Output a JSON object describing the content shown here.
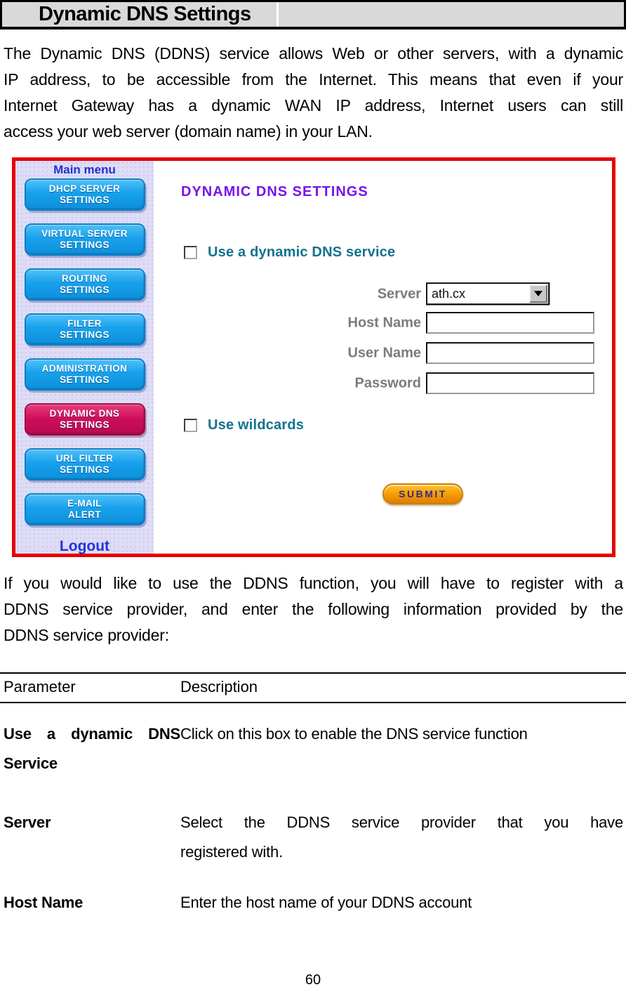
{
  "page": {
    "title": "Dynamic DNS Settings",
    "intro_lines": [
      "The Dynamic DNS (DDNS) service allows Web or other servers, with a dynamic",
      "IP address, to be accessible from the Internet. This means that even if your",
      "Internet Gateway has a dynamic WAN IP address, Internet users can still",
      "access your web server (domain name) in your LAN."
    ],
    "middle_lines": [
      "If you would like to use the DDNS function, you will have to register with a",
      "DDNS service provider, and enter the following information provided by the",
      "DDNS service provider:"
    ],
    "page_number": "60"
  },
  "router_ui": {
    "menu_title": "Main menu",
    "menu_buttons": [
      {
        "label": "DHCP SERVER\nSETTINGS",
        "active": false
      },
      {
        "label": "VIRTUAL SERVER\nSETTINGS",
        "active": false
      },
      {
        "label": "ROUTING\nSETTINGS",
        "active": false
      },
      {
        "label": "FILTER\nSETTINGS",
        "active": false
      },
      {
        "label": "ADMINISTRATION\nSETTINGS",
        "active": false
      },
      {
        "label": "DYNAMIC DNS\nSETTINGS",
        "active": true
      },
      {
        "label": "URL FILTER\nSETTINGS",
        "active": false
      },
      {
        "label": "E-MAIL\nALERT",
        "active": false
      }
    ],
    "logout_label": "Logout",
    "heading": "DYNAMIC DNS SETTINGS",
    "use_ddns_checkbox_label": "Use a dynamic DNS service",
    "use_wildcards_checkbox_label": "Use wildcards",
    "form": {
      "server_label": "Server",
      "server_value": "ath.cx",
      "host_name_label": "Host Name",
      "user_name_label": "User Name",
      "password_label": "Password"
    },
    "submit_label": "SUBMIT"
  },
  "table": {
    "headers": [
      "Parameter",
      "Description"
    ],
    "rows": [
      {
        "param_lines": [
          "Use a dynamic DNS",
          "Service"
        ],
        "desc_lines": [
          "Click on this box to enable the DNS service function"
        ]
      },
      {
        "param_lines": [
          "Server"
        ],
        "desc_lines": [
          "Select the DDNS service provider that you have",
          "registered with."
        ]
      },
      {
        "param_lines": [
          "Host Name"
        ],
        "desc_lines": [
          "Enter the host name of your DDNS account"
        ]
      }
    ]
  },
  "colors": {
    "frame_red": "#e60000",
    "sidebar_lavender": "#dedcf6",
    "button_blue": "#17a1ec",
    "active_button_pink": "#cc0d58",
    "submit_orange": "#f49b00",
    "heading_purple": "#7712ee",
    "checkbox_label_teal": "#11728f",
    "form_label_gray": "#7b7b7b",
    "menu_text_blue": "#2230cc",
    "title_bar_gray": "#d9d9d9"
  }
}
